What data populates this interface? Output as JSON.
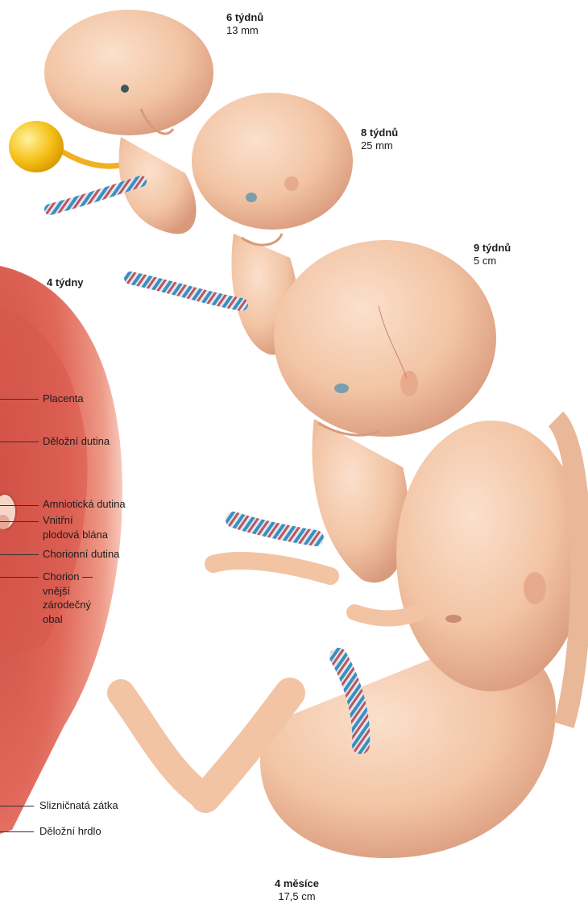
{
  "stages": [
    {
      "id": "w6",
      "title": "6 týdnů",
      "size": "13 mm"
    },
    {
      "id": "w8",
      "title": "8 týdnů",
      "size": "25 mm"
    },
    {
      "id": "w9",
      "title": "9 týdnů",
      "size": "5 cm"
    },
    {
      "id": "m4",
      "title": "4 měsíce",
      "size": "17,5 cm"
    }
  ],
  "week4_label": "4 týdny",
  "uterus_labels": [
    {
      "id": "placenta",
      "lines": [
        "Placenta"
      ]
    },
    {
      "id": "delozni-dutina",
      "lines": [
        "Děložní dutina"
      ]
    },
    {
      "id": "amnioticka-dutina",
      "lines": [
        "Amniotická dutina"
      ]
    },
    {
      "id": "vnitrni-plodova-blana",
      "lines": [
        "Vnitřní",
        "plodová blána"
      ]
    },
    {
      "id": "chorionni-dutina",
      "lines": [
        "Chorionní dutina"
      ]
    },
    {
      "id": "chorion",
      "lines": [
        "Chorion —",
        "vnější",
        "zárodečný",
        "obal"
      ]
    },
    {
      "id": "slizicnata-zatka",
      "lines": [
        "Slizničnatá zátka"
      ]
    },
    {
      "id": "delozni-hrdlo",
      "lines": [
        "Děložní hrdlo"
      ]
    }
  ],
  "colors": {
    "skin": "#f2c4a4",
    "skin_shadow": "#d99a7c",
    "uterus": "#e0685a",
    "yolk_sac": "#f5c21a",
    "cord_blue": "#3a8fc0",
    "cord_red": "#c0545c"
  }
}
